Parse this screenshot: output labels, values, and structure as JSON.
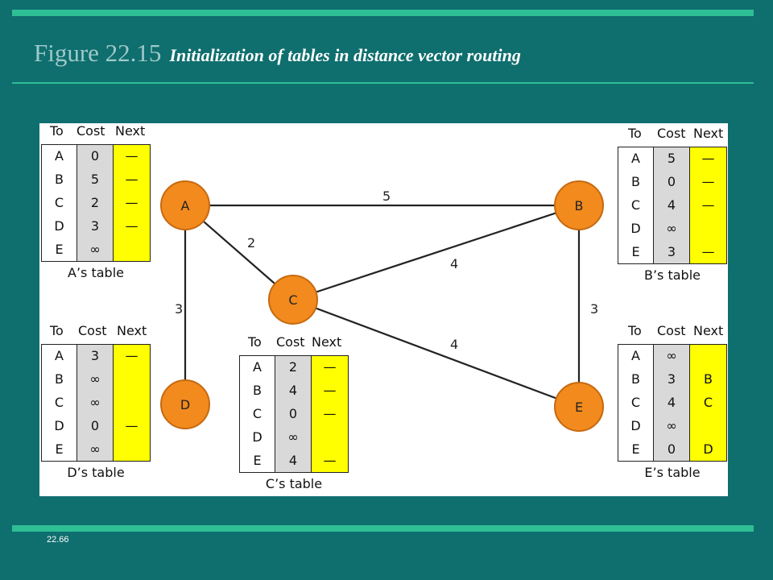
{
  "header": {
    "figure_label": "Figure 22.15",
    "subtitle": "Initialization of tables in distance vector routing"
  },
  "footer": {
    "slide_number": "22.66"
  },
  "colors": {
    "background": "#0f6e6e",
    "accent_bar": "#2fbf95",
    "node": "#f28a1e",
    "next_column": "#ffff00",
    "cost_column": "#d9d9d9"
  },
  "diagram": {
    "nodes": [
      {
        "id": "A",
        "label": "A"
      },
      {
        "id": "B",
        "label": "B"
      },
      {
        "id": "C",
        "label": "C"
      },
      {
        "id": "D",
        "label": "D"
      },
      {
        "id": "E",
        "label": "E"
      }
    ],
    "edges": [
      {
        "from": "A",
        "to": "B",
        "cost": "5"
      },
      {
        "from": "A",
        "to": "C",
        "cost": "2"
      },
      {
        "from": "A",
        "to": "D",
        "cost": "3"
      },
      {
        "from": "C",
        "to": "B",
        "cost": "4"
      },
      {
        "from": "C",
        "to": "E",
        "cost": "4"
      },
      {
        "from": "B",
        "to": "E",
        "cost": "3"
      }
    ],
    "table_headers": {
      "to": "To",
      "cost": "Cost",
      "next": "Next"
    },
    "tables": {
      "A": {
        "caption": "A’s table",
        "to": [
          "A",
          "B",
          "C",
          "D",
          "E"
        ],
        "cost": [
          "0",
          "5",
          "2",
          "3",
          "∞"
        ],
        "next": [
          "—",
          "—",
          "—",
          "—",
          ""
        ]
      },
      "B": {
        "caption": "B’s table",
        "to": [
          "A",
          "B",
          "C",
          "D",
          "E"
        ],
        "cost": [
          "5",
          "0",
          "4",
          "∞",
          "3"
        ],
        "next": [
          "—",
          "—",
          "—",
          "",
          "—"
        ]
      },
      "C": {
        "caption": "C’s table",
        "to": [
          "A",
          "B",
          "C",
          "D",
          "E"
        ],
        "cost": [
          "2",
          "4",
          "0",
          "∞",
          "4"
        ],
        "next": [
          "—",
          "—",
          "—",
          "",
          "—"
        ]
      },
      "D": {
        "caption": "D’s table",
        "to": [
          "A",
          "B",
          "C",
          "D",
          "E"
        ],
        "cost": [
          "3",
          "∞",
          "∞",
          "0",
          "∞"
        ],
        "next": [
          "—",
          "",
          "",
          "—",
          ""
        ]
      },
      "E": {
        "caption": "E’s table",
        "to": [
          "A",
          "B",
          "C",
          "D",
          "E"
        ],
        "cost": [
          "∞",
          "3",
          "4",
          "∞",
          "0"
        ],
        "next": [
          "",
          "B",
          "C",
          "",
          "D"
        ]
      }
    }
  }
}
